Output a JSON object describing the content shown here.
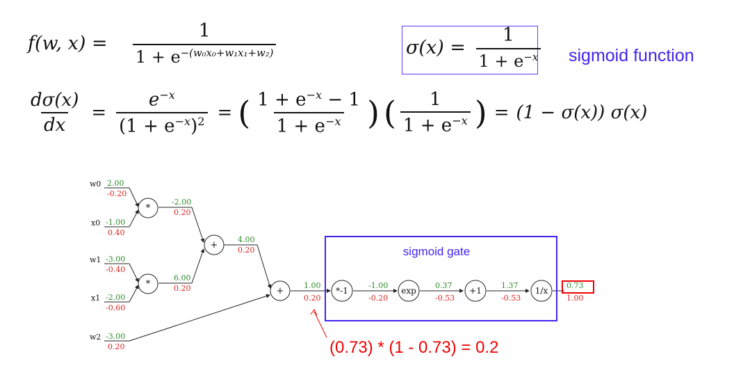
{
  "equations": {
    "f_lhs": "f(w, x) =",
    "f_num": "1",
    "f_den_base": "1 + e",
    "f_den_exp": "−(w₀x₀+w₁x₁+w₂)",
    "sigma_lhs": "σ(x) =",
    "sigma_num": "1",
    "sigma_den_base": "1 + e",
    "sigma_den_exp": "−x",
    "sigmoid_label": "sigmoid function",
    "d_num": "dσ(x)",
    "d_den": "dx",
    "t1_num_base": "e",
    "t1_num_exp": "−x",
    "t1_den_base": "(1 + e",
    "t1_den_exp": "−x",
    "t1_den_tail": ")",
    "t1_den_sq": "2",
    "t2_num_base": "1 + e",
    "t2_num_exp": "−x",
    "t2_num_tail": " − 1",
    "t2_den_base": "1 + e",
    "t2_den_exp": "−x",
    "t3_num": "1",
    "t3_den_base": "1 + e",
    "t3_den_exp": "−x",
    "result": "(1 − σ(x)) σ(x)"
  },
  "graph": {
    "inputs": [
      {
        "name": "w0",
        "forward": "2.00",
        "gradient": "-0.20"
      },
      {
        "name": "x0",
        "forward": "-1.00",
        "gradient": "0.40"
      },
      {
        "name": "w1",
        "forward": "-3.00",
        "gradient": "-0.40"
      },
      {
        "name": "x1",
        "forward": "-2.00",
        "gradient": "-0.60"
      },
      {
        "name": "w2",
        "forward": "-3.00",
        "gradient": "0.20"
      }
    ],
    "gates": [
      {
        "id": "mul0",
        "label": "*"
      },
      {
        "id": "mul1",
        "label": "*"
      },
      {
        "id": "add0",
        "label": "+"
      },
      {
        "id": "add1",
        "label": "+"
      },
      {
        "id": "neg",
        "label": "*-1"
      },
      {
        "id": "exp",
        "label": "exp"
      },
      {
        "id": "plus1",
        "label": "+1"
      },
      {
        "id": "inv",
        "label": "1/x"
      }
    ],
    "edges": [
      {
        "id": "mul0-out",
        "forward": "-2.00",
        "gradient": "0.20"
      },
      {
        "id": "mul1-out",
        "forward": "6.00",
        "gradient": "0.20"
      },
      {
        "id": "add0-out",
        "forward": "4.00",
        "gradient": "0.20"
      },
      {
        "id": "add1-out",
        "forward": "1.00",
        "gradient": "0.20"
      },
      {
        "id": "neg-out",
        "forward": "-1.00",
        "gradient": "-0.20"
      },
      {
        "id": "exp-out",
        "forward": "0.37",
        "gradient": "-0.53"
      },
      {
        "id": "plus1-out",
        "forward": "1.37",
        "gradient": "-0.53"
      },
      {
        "id": "inv-out",
        "forward": "0.73",
        "gradient": "1.00"
      }
    ],
    "sigmoid_gate_label": "sigmoid gate",
    "annotation": "(0.73) * (1 - 0.73) = 0.2"
  },
  "colors": {
    "forward": "#2e8b2e",
    "gradient": "#dd2222",
    "box": "#4422ee",
    "highlight": "#ee0000"
  }
}
